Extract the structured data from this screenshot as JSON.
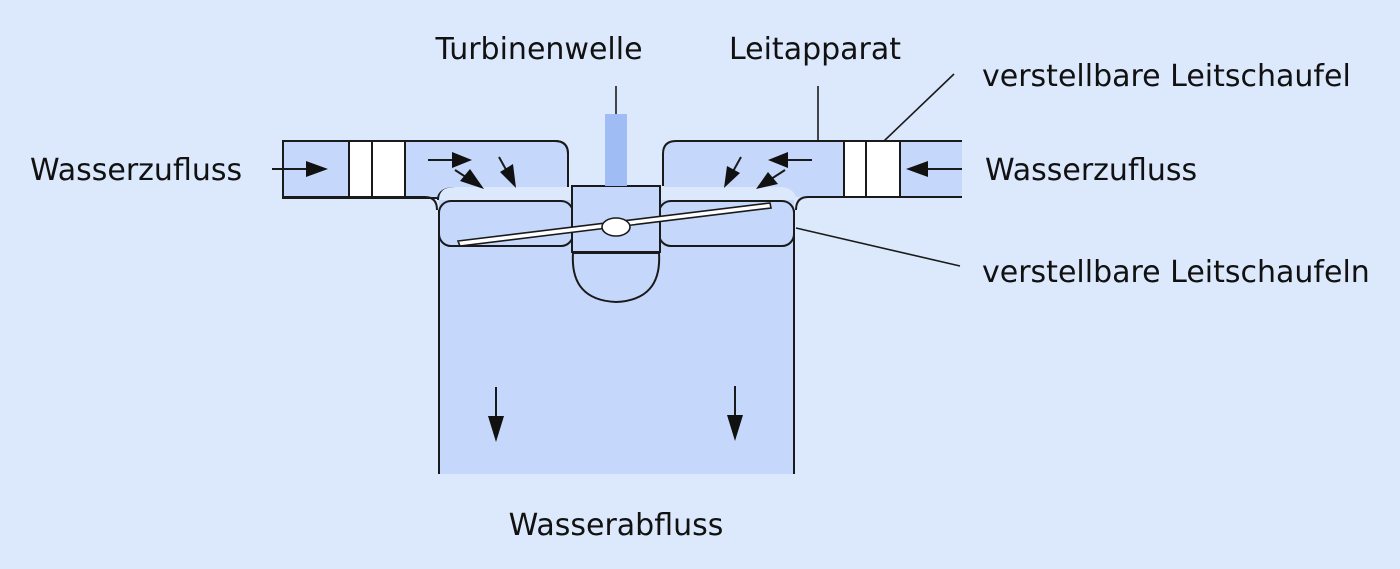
{
  "colors": {
    "background": "#dce8fc",
    "water": "#c5d8fb",
    "shaft": "#9fbdf4",
    "outline": "#1a1a1a",
    "vane_fill": "#ffffff"
  },
  "labels": {
    "turbine_shaft": "Turbinenwelle",
    "guide_apparatus": "Leitapparat",
    "adjustable_guide_vane": "verstellbare Leitschaufel",
    "water_inflow_left": "Wasserzufluss",
    "water_inflow_right": "Wasserzufluss",
    "adjustable_guide_vanes": "verstellbare Leitschaufeln",
    "water_outflow": "Wasserabfluss"
  }
}
